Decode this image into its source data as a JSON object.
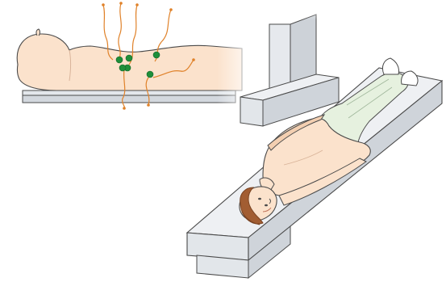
{
  "figure": {
    "panels": [
      {
        "id": "inset",
        "depicts": "patient-lying-on-table-with-emitting-sources"
      },
      {
        "id": "main",
        "depicts": "patient-on-scanner-bed-under-gantry"
      }
    ],
    "colors": {
      "skin": "#fbe2cc",
      "skin_shadow": "#f3cfb1",
      "line": "#4a4a4a",
      "table_top": "#eef0f3",
      "table_side": "#cfd4da",
      "table_front": "#e2e6ea",
      "gantry": "#e6e9ed",
      "gantry_shadow": "#cdd2d8",
      "gown": "#e6f1df",
      "hair": "#a25d32",
      "hair_dark": "#7a4322",
      "source_dot": "#1e8f3a",
      "ray": "#e0822a",
      "inset_table": "#e3e7eb"
    },
    "inset_sources": {
      "count": 6
    },
    "inset_rays": {
      "count": 7
    }
  }
}
